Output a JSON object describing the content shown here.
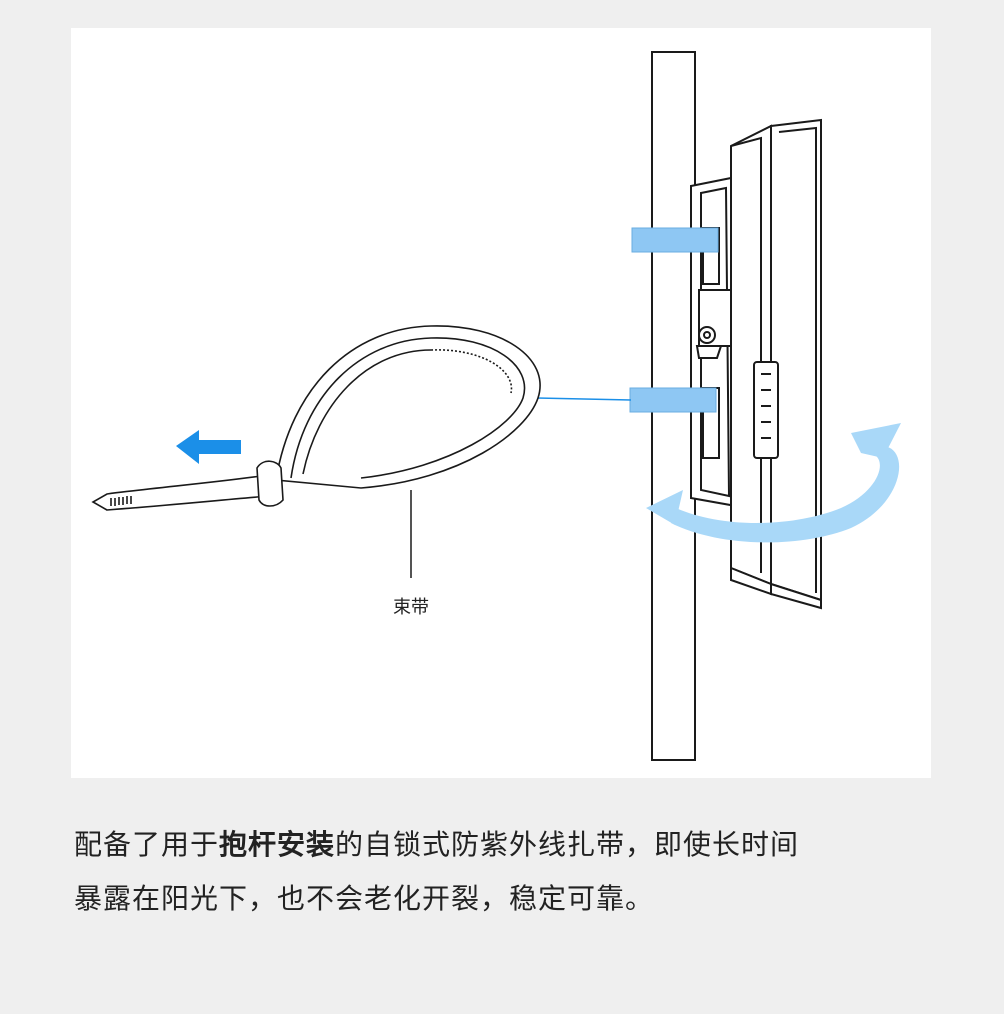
{
  "diagram": {
    "label": "束带",
    "colors": {
      "strap_blue": "#8ec7f3",
      "arrow_blue": "#1b8fe8",
      "rotate_blue": "#a9d8f8",
      "line": "#1a1a1a"
    }
  },
  "caption": {
    "part1": "配备了用于",
    "bold": "抱杆安装",
    "part2": "的自锁式防紫外线扎带，即使长时间",
    "line2": "暴露在阳光下，也不会老化开裂，稳定可靠。"
  }
}
